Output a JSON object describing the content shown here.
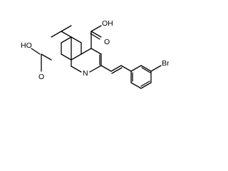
{
  "labels": {
    "cooh_top_o": "O",
    "cooh_top_oh": "OH",
    "cooh_left_o": "O",
    "cooh_left_ho": "HO",
    "nitrogen": "N",
    "bromine": "Br"
  }
}
